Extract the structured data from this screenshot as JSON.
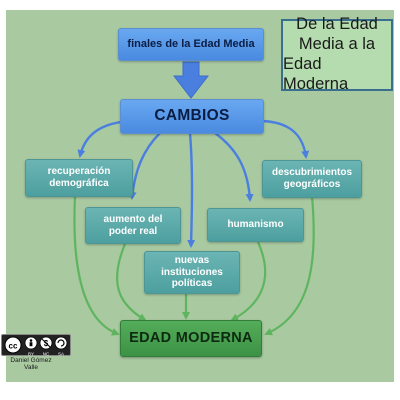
{
  "title": {
    "line1": "De la Edad",
    "line2": "Media a la",
    "line3": "Edad Moderna"
  },
  "nodes": {
    "origen": "finales de la Edad Media",
    "cambios": "CAMBIOS",
    "recuperacion_1": "recuperación",
    "recuperacion_2": "demográfica",
    "aumento_1": "aumento del",
    "aumento_2": "poder real",
    "nuevas_1": "nuevas",
    "nuevas_2": "instituciones",
    "nuevas_3": "políticas",
    "humanismo": "humanismo",
    "descub_1": "descubrimientos",
    "descub_2": "geográficos",
    "moderna": "EDAD MODERNA"
  },
  "license": {
    "badge_labels": [
      "BY",
      "NC",
      "SA"
    ],
    "author_1": "Daniel Gómez",
    "author_2": "Valle",
    "icon": "creative-commons-icon"
  },
  "colors": {
    "background": "#a9c9a1",
    "blue_arrow": "#4a7fe0",
    "green_arrow": "#5fb55f"
  }
}
